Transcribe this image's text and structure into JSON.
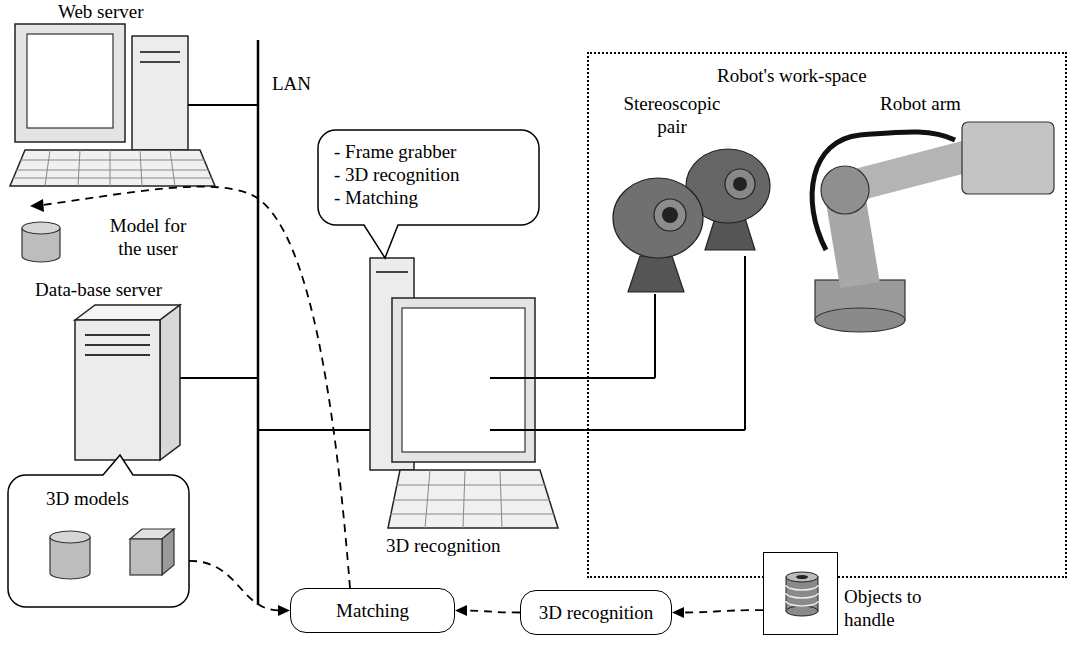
{
  "diagram": {
    "nodes": [
      {
        "text": [
          "- Frame grabber",
          "- 3D recognition",
          "- Matching"
        ]
      },
      {
        "text": [
          "Robot's work-space"
        ]
      },
      {
        "text": [
          "Objects to handle"
        ]
      },
      {
        "text": [
          "3D models"
        ]
      },
      {
        "text": [
          "Matching"
        ]
      },
      {
        "text": [
          "3D recognition"
        ]
      }
    ],
    "edges": [
      {
        "from": 3,
        "to": 4,
        "arrow": "to"
      },
      {
        "from": 5,
        "to": 4,
        "arrow": "to"
      },
      {
        "from": 2,
        "to": 5,
        "arrow": "to"
      }
    ],
    "labels": [
      "Web server",
      "LAN",
      "Stereoscopic pair",
      "Robot arm",
      "Model for the user",
      "Data-base server",
      "3D recognition"
    ]
  }
}
